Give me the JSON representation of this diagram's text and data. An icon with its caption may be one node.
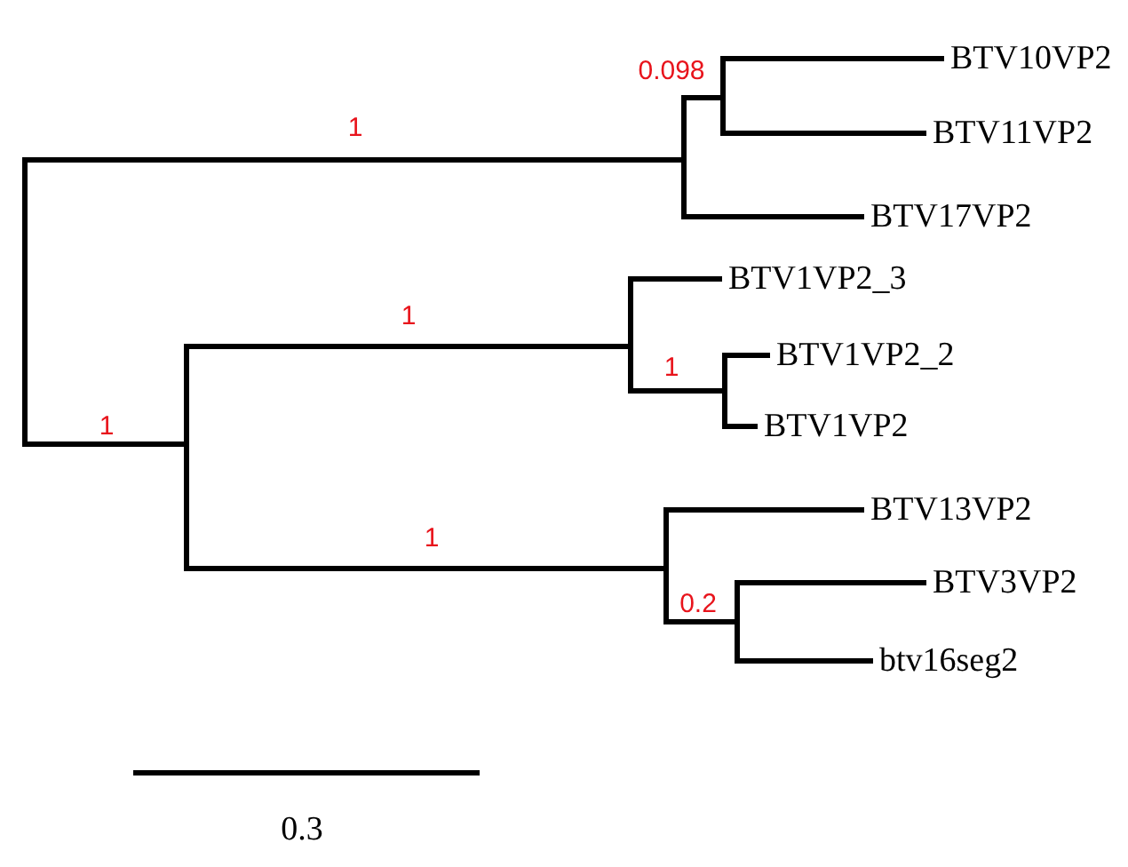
{
  "diagram": {
    "labels": [
      "0.098",
      "BTV10VP2",
      "1",
      "BTV11VP2",
      "BTV17VP2",
      "BTV1VP2_3",
      "1",
      "1",
      "BTV1VP2_2",
      "1",
      "BTV1VP2",
      "BTV13VP2",
      "1",
      "BTV3VP2",
      "0.2",
      "btv16seg2",
      "0.3"
    ]
  }
}
